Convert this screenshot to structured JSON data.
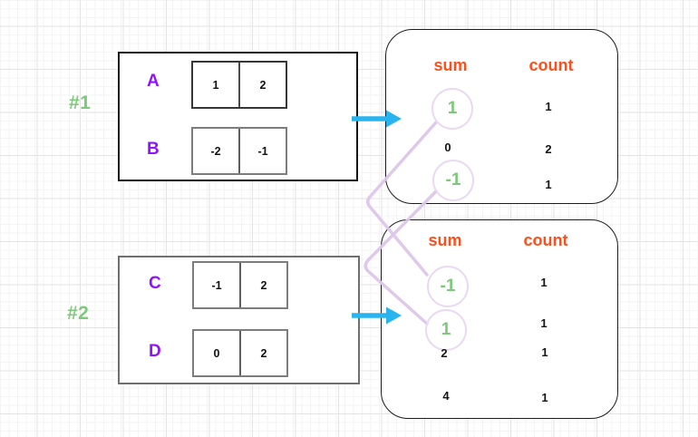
{
  "colors": {
    "green": "#7cc97a",
    "purple": "#9013fe",
    "orange": "#fb4f1c",
    "cyan": "#29b4f0",
    "lavender": "#dcc6ea"
  },
  "icons": {
    "flow_arrow": "right-arrow",
    "pair_connector": "crossing-elbow-line"
  },
  "examples": [
    {
      "label": "#1",
      "arrays": [
        {
          "name": "A",
          "cells": [
            "1",
            "2"
          ]
        },
        {
          "name": "B",
          "cells": [
            "-2",
            "-1"
          ]
        }
      ],
      "map": {
        "sum_header": "sum",
        "count_header": "count",
        "rows": [
          {
            "sum": "1",
            "count": "1",
            "circled": true
          },
          {
            "sum": "0",
            "count": "2",
            "circled": false
          },
          {
            "sum": "-1",
            "count": "1",
            "circled": true
          }
        ]
      }
    },
    {
      "label": "#2",
      "arrays": [
        {
          "name": "C",
          "cells": [
            "-1",
            "2"
          ]
        },
        {
          "name": "D",
          "cells": [
            "0",
            "2"
          ]
        }
      ],
      "map": {
        "sum_header": "sum",
        "count_header": "count",
        "rows": [
          {
            "sum": "-1",
            "count": "1",
            "circled": true
          },
          {
            "sum": "1",
            "count": "1",
            "circled": true
          },
          {
            "sum": "2",
            "count": "1",
            "circled": false
          },
          {
            "sum": "4",
            "count": "1",
            "circled": false
          }
        ]
      }
    }
  ],
  "connections": [
    {
      "from": "#1 sum 1",
      "to": "#2 sum -1"
    },
    {
      "from": "#1 sum -1",
      "to": "#2 sum 1"
    }
  ]
}
